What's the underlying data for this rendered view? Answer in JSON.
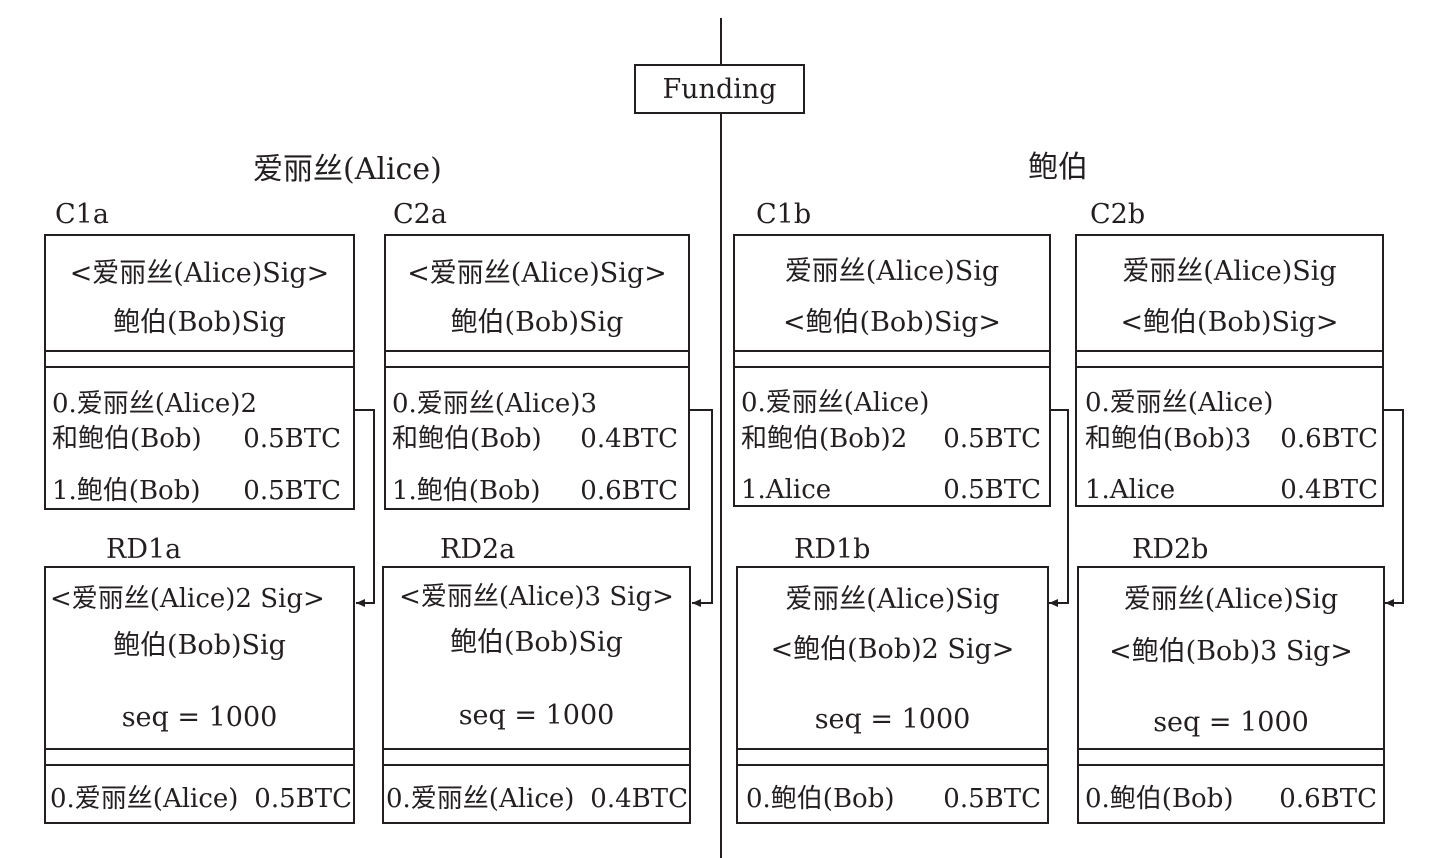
{
  "funding": "Funding",
  "alice_header": "爱丽丝(Alice)",
  "bob_header": "鲍伯",
  "c1a": {
    "name": "C1a",
    "sig1": "<爱丽丝(Alice)Sig>",
    "sig2": "鲍伯(Bob)Sig",
    "out0_line1": "0.爱丽丝(Alice)2",
    "out0_line2": "和鲍伯(Bob)",
    "out0_amount": "0.5BTC",
    "out1_label": "1.鲍伯(Bob)",
    "out1_amount": "0.5BTC"
  },
  "c2a": {
    "name": "C2a",
    "sig1": "<爱丽丝(Alice)Sig>",
    "sig2": "鲍伯(Bob)Sig",
    "out0_line1": "0.爱丽丝(Alice)3",
    "out0_line2": "和鲍伯(Bob)",
    "out0_amount": "0.4BTC",
    "out1_label": "1.鲍伯(Bob)",
    "out1_amount": "0.6BTC"
  },
  "c1b": {
    "name": "C1b",
    "sig1": "爱丽丝(Alice)Sig",
    "sig2": "<鲍伯(Bob)Sig>",
    "out0_line1": "0.爱丽丝(Alice)",
    "out0_line2": "和鲍伯(Bob)2",
    "out0_amount": "0.5BTC",
    "out1_label": "1.Alice",
    "out1_amount": "0.5BTC"
  },
  "c2b": {
    "name": "C2b",
    "sig1": "爱丽丝(Alice)Sig",
    "sig2": "<鲍伯(Bob)Sig>",
    "out0_line1": "0.爱丽丝(Alice)",
    "out0_line2": "和鲍伯(Bob)3",
    "out0_amount": "0.6BTC",
    "out1_label": "1.Alice",
    "out1_amount": "0.4BTC"
  },
  "rd1a": {
    "name": "RD1a",
    "sig1": "<爱丽丝(Alice)2 Sig>",
    "sig2": "鲍伯(Bob)Sig",
    "seq": "seq = 1000",
    "out_label": "0.爱丽丝(Alice)",
    "out_amount": "0.5BTC"
  },
  "rd2a": {
    "name": "RD2a",
    "sig1": "<爱丽丝(Alice)3 Sig>",
    "sig2": "鲍伯(Bob)Sig",
    "seq": "seq = 1000",
    "out_label": "0.爱丽丝(Alice)",
    "out_amount": "0.4BTC"
  },
  "rd1b": {
    "name": "RD1b",
    "sig1": "爱丽丝(Alice)Sig",
    "sig2": "<鲍伯(Bob)2 Sig>",
    "seq": "seq = 1000",
    "out_label": "0.鲍伯(Bob)",
    "out_amount": "0.5BTC"
  },
  "rd2b": {
    "name": "RD2b",
    "sig1": "爱丽丝(Alice)Sig",
    "sig2": "<鲍伯(Bob)3 Sig>",
    "seq": "seq = 1000",
    "out_label": "0.鲍伯(Bob)",
    "out_amount": "0.6BTC"
  }
}
